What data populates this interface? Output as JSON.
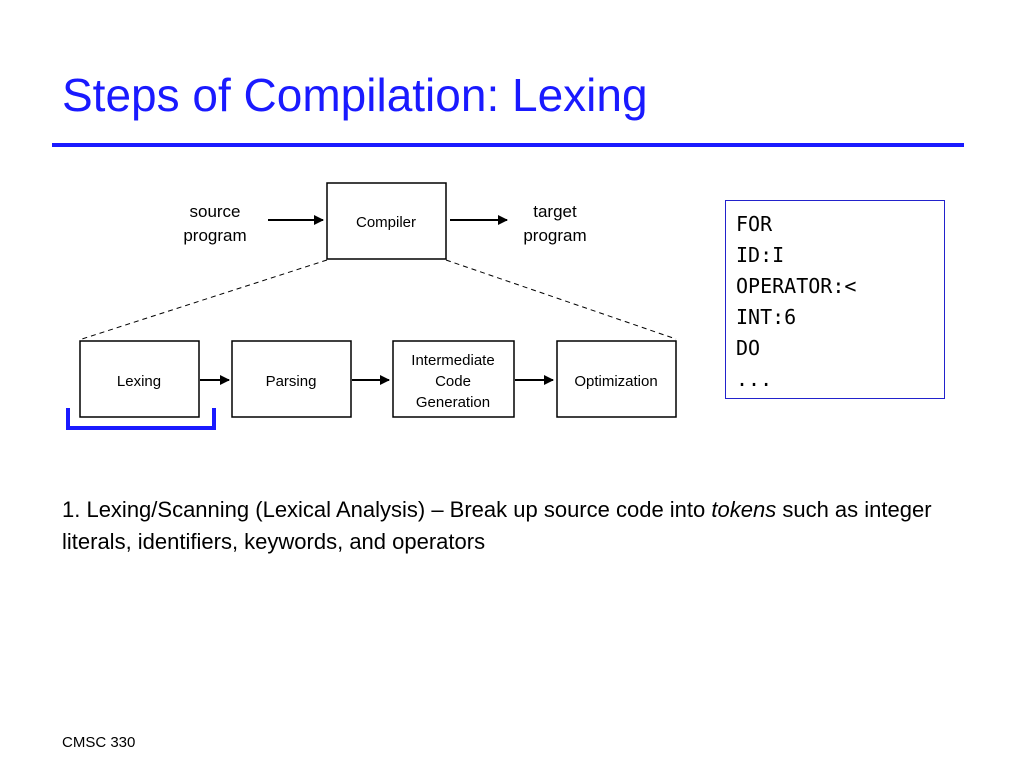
{
  "slide": {
    "title": "Steps of Compilation: Lexing",
    "footer": "CMSC 330"
  },
  "diagram": {
    "source_line1": "source",
    "source_line2": "program",
    "compiler": "Compiler",
    "target_line1": "target",
    "target_line2": "program",
    "stages": {
      "lexing": "Lexing",
      "parsing": "Parsing",
      "icg_line1": "Intermediate",
      "icg_line2": "Code",
      "icg_line3": "Generation",
      "optimization": "Optimization"
    }
  },
  "tokens": [
    "FOR",
    "ID:I",
    "OPERATOR:<",
    "INT:6",
    "DO",
    "..."
  ],
  "description": {
    "text_before": "1. Lexing/Scanning (Lexical Analysis) – Break up source code into ",
    "emphasis": "tokens",
    "text_after": " such as integer literals, identifiers, keywords, and operators"
  },
  "colors": {
    "accent": "#1a1aff"
  }
}
